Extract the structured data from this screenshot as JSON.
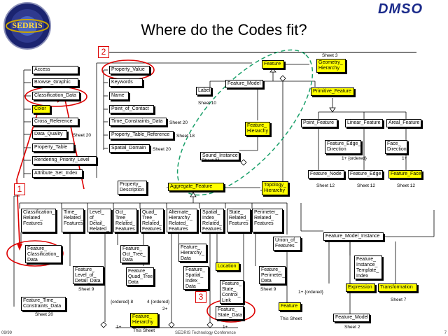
{
  "title": "Where do the Codes fit?",
  "logos": {
    "left": "SEDRIS",
    "right": "DMSO"
  },
  "markers": [
    "1",
    "2",
    "3"
  ],
  "footer": {
    "left": "09/99",
    "center": "SEDRIS Technology Conference",
    "right": "7"
  },
  "boxes": {
    "access": "Access",
    "browse_graphic": "Browse_Graphic",
    "classification_data_top": "Classification_Data",
    "color": "Color",
    "cross_reference": "Cross_Reference",
    "data_quality": "Data_Quality",
    "property_table": "Property_Table",
    "rendering_priority": "Rendering_Priority_Level",
    "attribute_set_index": "Attribute_Set_Index",
    "property_value": "Property_Value",
    "keywords": "Keywords",
    "name": "Name",
    "point_of_contact": "Point_of_Contact",
    "time_constraints_data": "Time_Constraints_Data",
    "property_table_reference": "Property_Table_Reference",
    "spatial_domain": "Spatial_Domain",
    "feature": "Feature",
    "geometry_hierarchy": "Geometry_\nHierarchy",
    "label": "Label",
    "feature_model": "Feature_Model",
    "primitive_feature": "Primitive_Feature",
    "feature_hierarchy": "Feature_\nHierarchy",
    "sound_instance": "Sound_Instance",
    "point_feature": "Point_Feature",
    "linear_feature": "Linear_Feature",
    "areal_feature": "Areal_Feature",
    "feature_edge_direction": "Feature_Edge_\nDirection",
    "face_direction": "Face_\nDirection",
    "feature_node": "Feature_Node",
    "feature_edge": "Feature_Edge",
    "feature_face": "Feature_Face",
    "property_description": "Property_\nDescription",
    "aggregate_feature": "Aggregate_Feature",
    "topology_hierarchy": "Topology_\nHierarchy",
    "classification_related": "Classification_\nRelated_\nFeatures",
    "time_related": "Time_\nRelated_\nFeatures",
    "lod_related": "Level_\nof_\nDetail_\nRelated_\nFeatures",
    "oct_tree_related": "Oct_\nTree_\nRelated_\nFeatures",
    "quad_tree_related": "Quad_\nTree_\nRelated_\nFeatures",
    "alt_hierarchy_related": "Alternate_\nHierarchy_\nRelated_\nFeatures",
    "spatial_index_related": "Spatial_\nIndex_\nRelated_\nFeatures",
    "state_related": "State_\nRelated_\nFeatures",
    "perimeter_related": "Perimeter_\nRelated_\nFeatures",
    "feature_classification_data": "Feature_\nClassification_\nData",
    "feature_oct_tree_data": "Feature_\nOct_Tree_\nData",
    "feature_quad_tree_data": "Feature_\nQuad_Tree_\nData",
    "feature_hierarchy_data": "Feature_\nHierarchy_\nData",
    "feature_lod_data": "Feature_\nLevel_of_\nDetail_Data",
    "feature_spatial_index_data": "Feature_\nSpatial_\nIndex_\nData",
    "location": "Location",
    "feature_state_control_link": "Feature_\nState_\nControl_\nLink",
    "feature_state_data": "Feature_\nState_Data",
    "feature_perimeter_data": "Feature_\nPerimeter_\nData",
    "feature_time_constraints": "Feature_Time_\nConstraints_Data",
    "feature_hierarchy_bottom": "Feature_\nHierarchy",
    "union_of_features": "Union_of_\nFeatures",
    "feature_bottom": "Feature",
    "feature_model_instance": "Feature_Model_Instance",
    "feature_instance_template_index": "Feature_\nInstance_\nTemplate_\nIndex",
    "expression": "Expression",
    "transformation": "Transformation",
    "feature_model_bottom": "Feature_Model"
  },
  "labels": {
    "sheet3": "Sheet 3",
    "sheet10": "Sheet 10",
    "sheet20a": "Sheet 20",
    "sheet20b": "Sheet 20",
    "sheet18": "Sheet 18",
    "sheet20c": "Sheet 20",
    "sheet21": "Sheet 21",
    "sheet12a": "Sheet 12",
    "sheet12b": "Sheet 12",
    "sheet12c": "Sheet 12",
    "sheet9a": "Sheet 9",
    "sheet9b": "Sheet 9",
    "sheet20d": "Sheet 20",
    "sheet7": "Sheet 7",
    "sheet2": "Sheet 2",
    "this_sheet_a": "This Sheet",
    "this_sheet_b": "This Sheet",
    "one_plus_ordered_a": "1+ {ordered}",
    "one_plus_ordered_b": "1+ {ordered}",
    "ordered8": "{ordered} 8",
    "four_ordered": "4 {ordered}",
    "two_plus": "2+",
    "one_plus_a": "1+",
    "one_plus_b": "1+",
    "one_plus_c": "1+",
    "one_plus_d": "1+"
  },
  "colors": {
    "highlight": "#ffff00",
    "marker": "#dd0000",
    "dashed": "#1aa06a",
    "logo_blue": "#1a2a8a"
  }
}
